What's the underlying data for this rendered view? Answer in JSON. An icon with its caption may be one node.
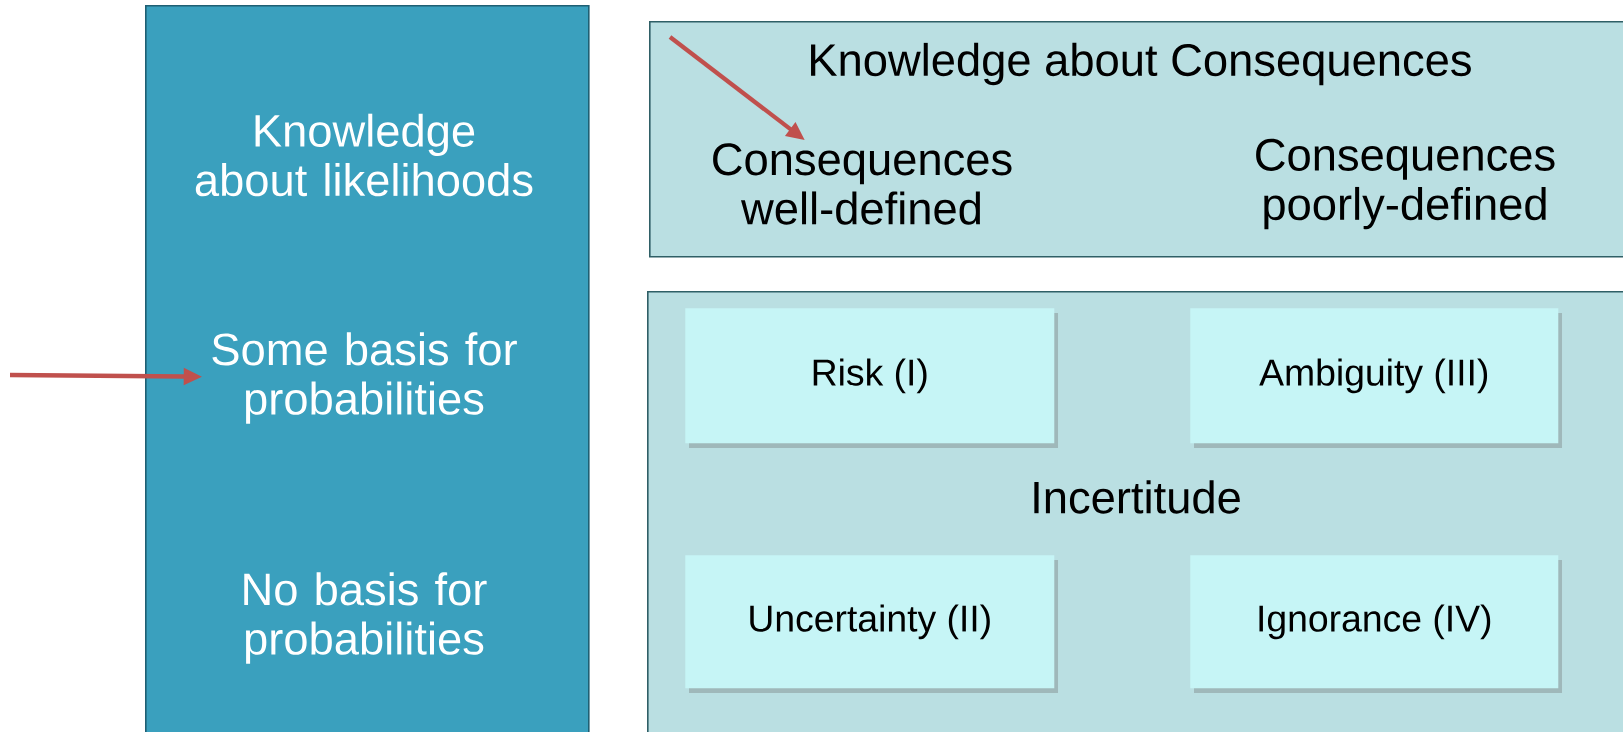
{
  "diagram": {
    "nodes": [
      {
        "text": [],
        "shape": "box"
      },
      {
        "text": [
          "Knowledge about likelihoods"
        ],
        "in": 0
      },
      {
        "text": [
          "Some basis for probabilities"
        ],
        "in": 0
      },
      {
        "text": [
          "No basis for probabilities"
        ],
        "in": 0
      },
      {
        "text": [
          "Knowledge about Consequences"
        ]
      },
      {
        "text": [
          "Consequences well-defined"
        ],
        "in": 4
      },
      {
        "text": [
          "Consequences poorly-defined"
        ],
        "in": 4
      },
      {
        "text": [
          "Incertitude"
        ]
      },
      {
        "text": [
          "Risk (I)"
        ],
        "in": 7
      },
      {
        "text": [
          "Ambiguity (III)"
        ],
        "in": 7
      },
      {
        "text": [
          "Uncertainty (II)"
        ],
        "in": 7
      },
      {
        "text": [
          "Ignorance (IV)"
        ],
        "in": 7
      }
    ],
    "edges": [
      {
        "from": null,
        "to": 2,
        "arrow": "to"
      },
      {
        "from": null,
        "to": 5,
        "arrow": "to"
      }
    ]
  }
}
